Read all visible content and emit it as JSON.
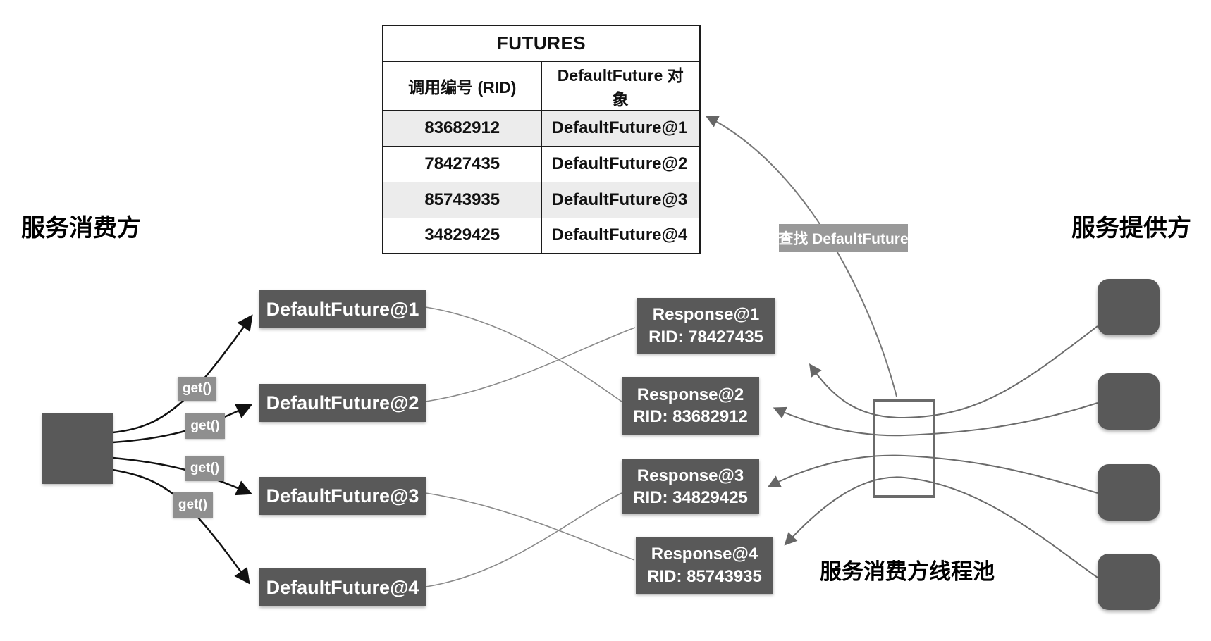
{
  "colors": {
    "box_dark": "#595959",
    "label_gray": "#8f8f8f",
    "label_gray2": "#999999",
    "table_stripe": "#ececec"
  },
  "labels": {
    "consumer_side": "服务消费方",
    "provider_side": "服务提供方",
    "thread_pool": "服务消费方线程池",
    "lookup_future": "查找 DefaultFuture"
  },
  "futures_table": {
    "title": "FUTURES",
    "columns": {
      "rid": "调用编号 (RID)",
      "future": "DefaultFuture 对象"
    },
    "rows": [
      {
        "rid": "83682912",
        "future": "DefaultFuture@1"
      },
      {
        "rid": "78427435",
        "future": "DefaultFuture@2"
      },
      {
        "rid": "85743935",
        "future": "DefaultFuture@3"
      },
      {
        "rid": "34829425",
        "future": "DefaultFuture@4"
      }
    ]
  },
  "get_calls": [
    "get()",
    "get()",
    "get()",
    "get()"
  ],
  "future_boxes": [
    "DefaultFuture@1",
    "DefaultFuture@2",
    "DefaultFuture@3",
    "DefaultFuture@4"
  ],
  "response_boxes": [
    {
      "title": "Response@1",
      "rid": "RID: 78427435"
    },
    {
      "title": "Response@2",
      "rid": "RID: 83682912"
    },
    {
      "title": "Response@3",
      "rid": "RID: 34829425"
    },
    {
      "title": "Response@4",
      "rid": "RID: 85743935"
    }
  ]
}
